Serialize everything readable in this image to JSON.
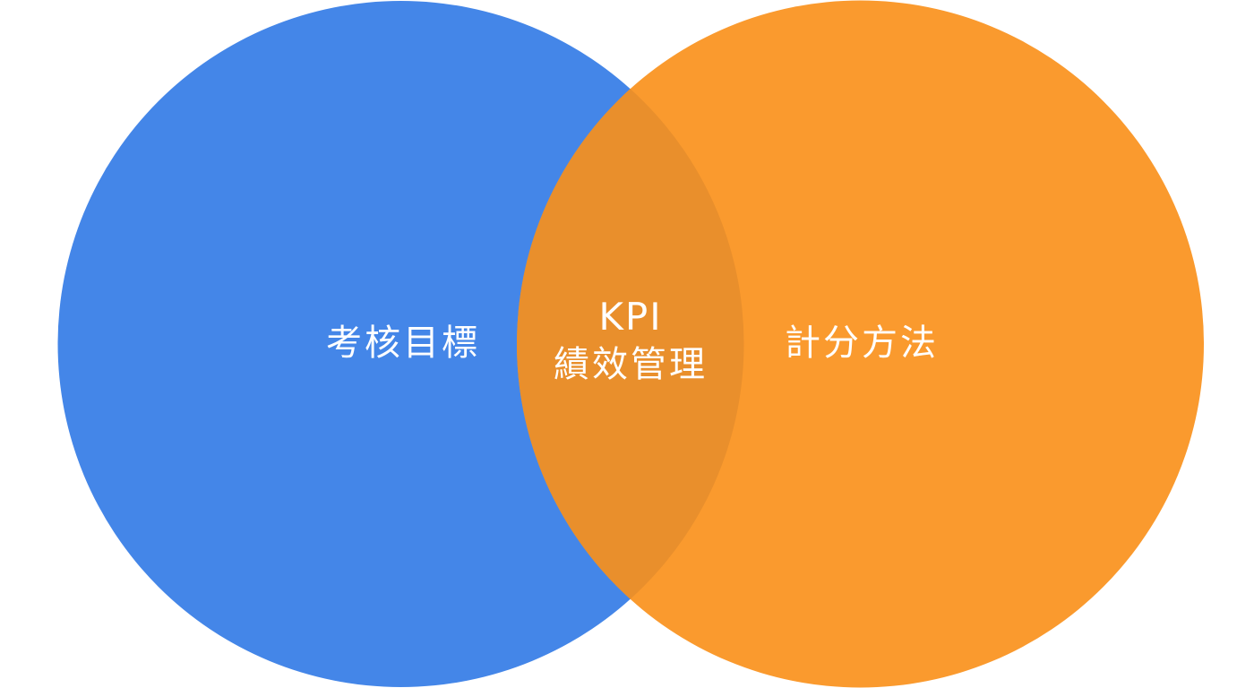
{
  "diagram": {
    "type": "venn",
    "sets": [
      {
        "id": "left",
        "label": "考核目標",
        "color": "#4486E8"
      },
      {
        "id": "right",
        "label": "計分方法",
        "color": "#FA9A2E"
      }
    ],
    "intersection": {
      "title": "KPI",
      "subtitle": "績效管理",
      "color": "#E98F2C"
    }
  }
}
